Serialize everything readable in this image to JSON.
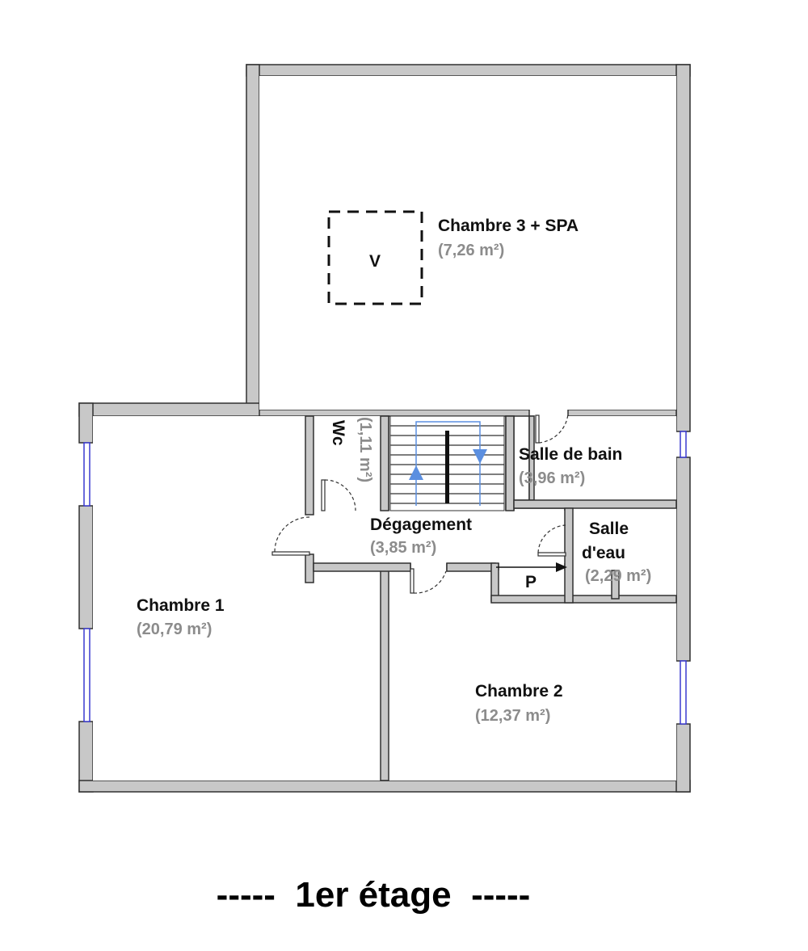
{
  "floor_title": "-----  1er étage  -----",
  "colors": {
    "wall": "#c8c8c8",
    "wall_stroke": "#303030",
    "window": "#3a3ad0",
    "stair_arrow": "#5b8fe0",
    "area_text": "#8c8c8c",
    "name_text": "#111111"
  },
  "rooms": {
    "chambre3": {
      "name": "Chambre 3 + SPA",
      "area": "(7,26 m²)"
    },
    "salle_de_bain": {
      "name": "Salle de bain",
      "area": "(3,96 m²)"
    },
    "wc": {
      "name": "Wc",
      "area": "(1,11 m²)"
    },
    "degagement": {
      "name": "Dégagement",
      "area": "(3,85 m²)"
    },
    "salle_deau": {
      "name_line1": "Salle",
      "name_line2": "d'eau",
      "area": "(2,29 m²)"
    },
    "chambre1": {
      "name": "Chambre 1",
      "area": "(20,79 m²)"
    },
    "chambre2": {
      "name": "Chambre 2",
      "area": "(12,37 m²)"
    }
  },
  "symbols": {
    "void_label": "V",
    "placard_label": "P"
  }
}
